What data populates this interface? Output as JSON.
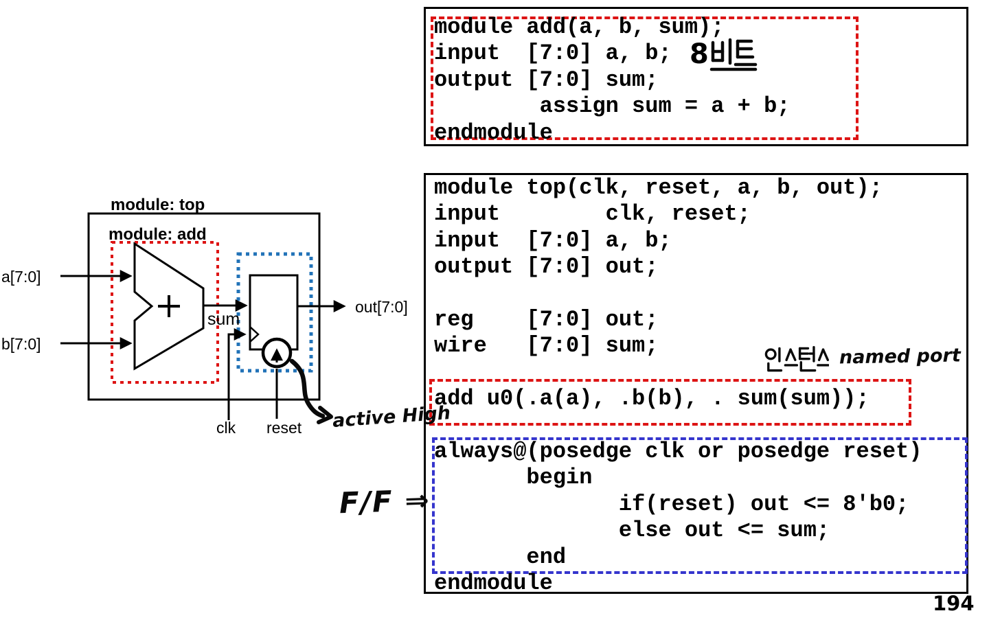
{
  "page": {
    "number": "194"
  },
  "colors": {
    "background": "#ffffff",
    "code_text": "#000000",
    "red_dashed_box": "#dd1414",
    "blue_dashed_box_code": "#3535cd",
    "blue_dashed_box_diagram": "#2273b8",
    "diagram_lines": "#000000",
    "handwriting": "#0a0a0a"
  },
  "code_add": {
    "lines": [
      "module add(a, b, sum);",
      "input  [7:0] a, b;",
      "output [7:0] sum;",
      "        assign sum = a + b;",
      "endmodule"
    ],
    "annotation_8bit_full": "8비트",
    "annotation_8bit_digit": "8",
    "annotation_8bit_korean": "비트"
  },
  "code_top": {
    "lines": [
      "module top(clk, reset, a, b, out);",
      "input        clk, reset;",
      "input  [7:0] a, b;",
      "output [7:0] out;",
      "",
      "reg    [7:0] out;",
      "wire   [7:0] sum;",
      "",
      "add u0(.a(a), .b(b), . sum(sum));",
      "",
      "always@(posedge clk or posedge reset)",
      "       begin",
      "              if(reset) out <= 8'b0;",
      "              else out <= sum;",
      "       end",
      "endmodule"
    ],
    "annotation_instance_korean": "인스턴스",
    "annotation_named_port": "named port"
  },
  "diagram": {
    "title_top": "module: top",
    "title_add": "module: add",
    "plus_sign": "+",
    "input_a_label": "a[7:0]",
    "input_b_label": "b[7:0]",
    "output_label": "out[7:0]",
    "sum_label": "sum",
    "clk_label": "clk",
    "reset_label": "reset",
    "annotation_active_high": "active High",
    "annotation_ff": "F/F ⇒"
  }
}
